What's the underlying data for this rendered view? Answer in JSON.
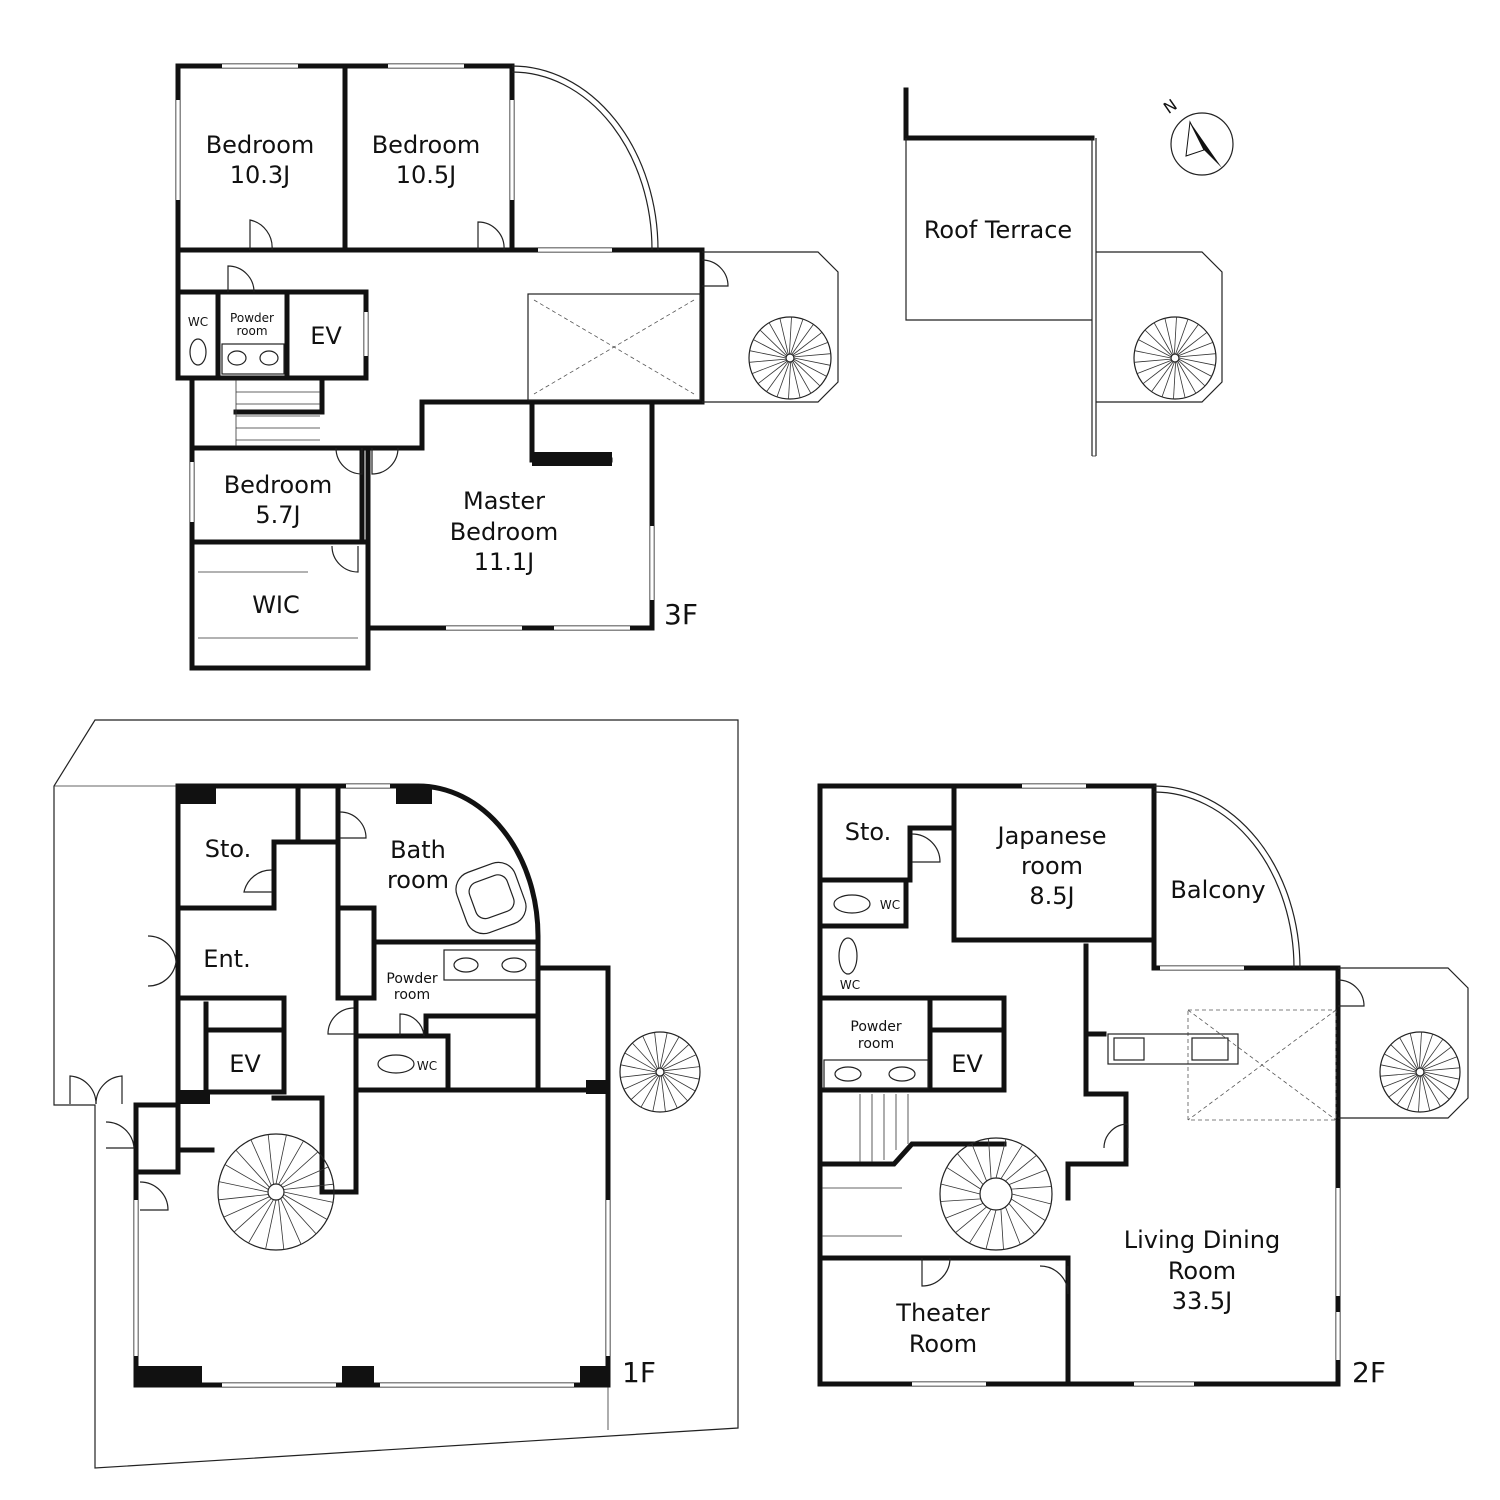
{
  "floors": {
    "third": {
      "floor_label": "3F",
      "rooms": {
        "bedroom_a": {
          "name": "Bedroom",
          "size": "10.3J"
        },
        "bedroom_b": {
          "name": "Bedroom",
          "size": "10.5J"
        },
        "wc": "WC",
        "powder_room": [
          "Powder",
          "room"
        ],
        "ev": "EV",
        "bedroom_c": {
          "name": "Bedroom",
          "size": "5.7J"
        },
        "wic": "WIC",
        "master_bedroom": {
          "name": [
            "Master",
            "Bedroom"
          ],
          "size": "11.1J"
        }
      }
    },
    "roof": {
      "roof_terrace": "Roof Terrace",
      "north_label": "N"
    },
    "first": {
      "floor_label": "1F",
      "rooms": {
        "storage": "Sto.",
        "bath_room": [
          "Bath",
          "room"
        ],
        "entrance": "Ent.",
        "powder_room": [
          "Powder",
          "room"
        ],
        "ev": "EV",
        "wc": "WC"
      }
    },
    "second": {
      "floor_label": "2F",
      "rooms": {
        "storage": "Sto.",
        "japanese_room": {
          "name": [
            "Japanese",
            "room"
          ],
          "size": "8.5J"
        },
        "balcony": "Balcony",
        "wc_upper": "WC",
        "wc_lower": "WC",
        "powder_room": [
          "Powder",
          "room"
        ],
        "ev": "EV",
        "living_dining": {
          "name": [
            "Living Dining",
            "Room"
          ],
          "size": "33.5J"
        },
        "theater_room": [
          "Theater",
          "Room"
        ]
      }
    }
  }
}
